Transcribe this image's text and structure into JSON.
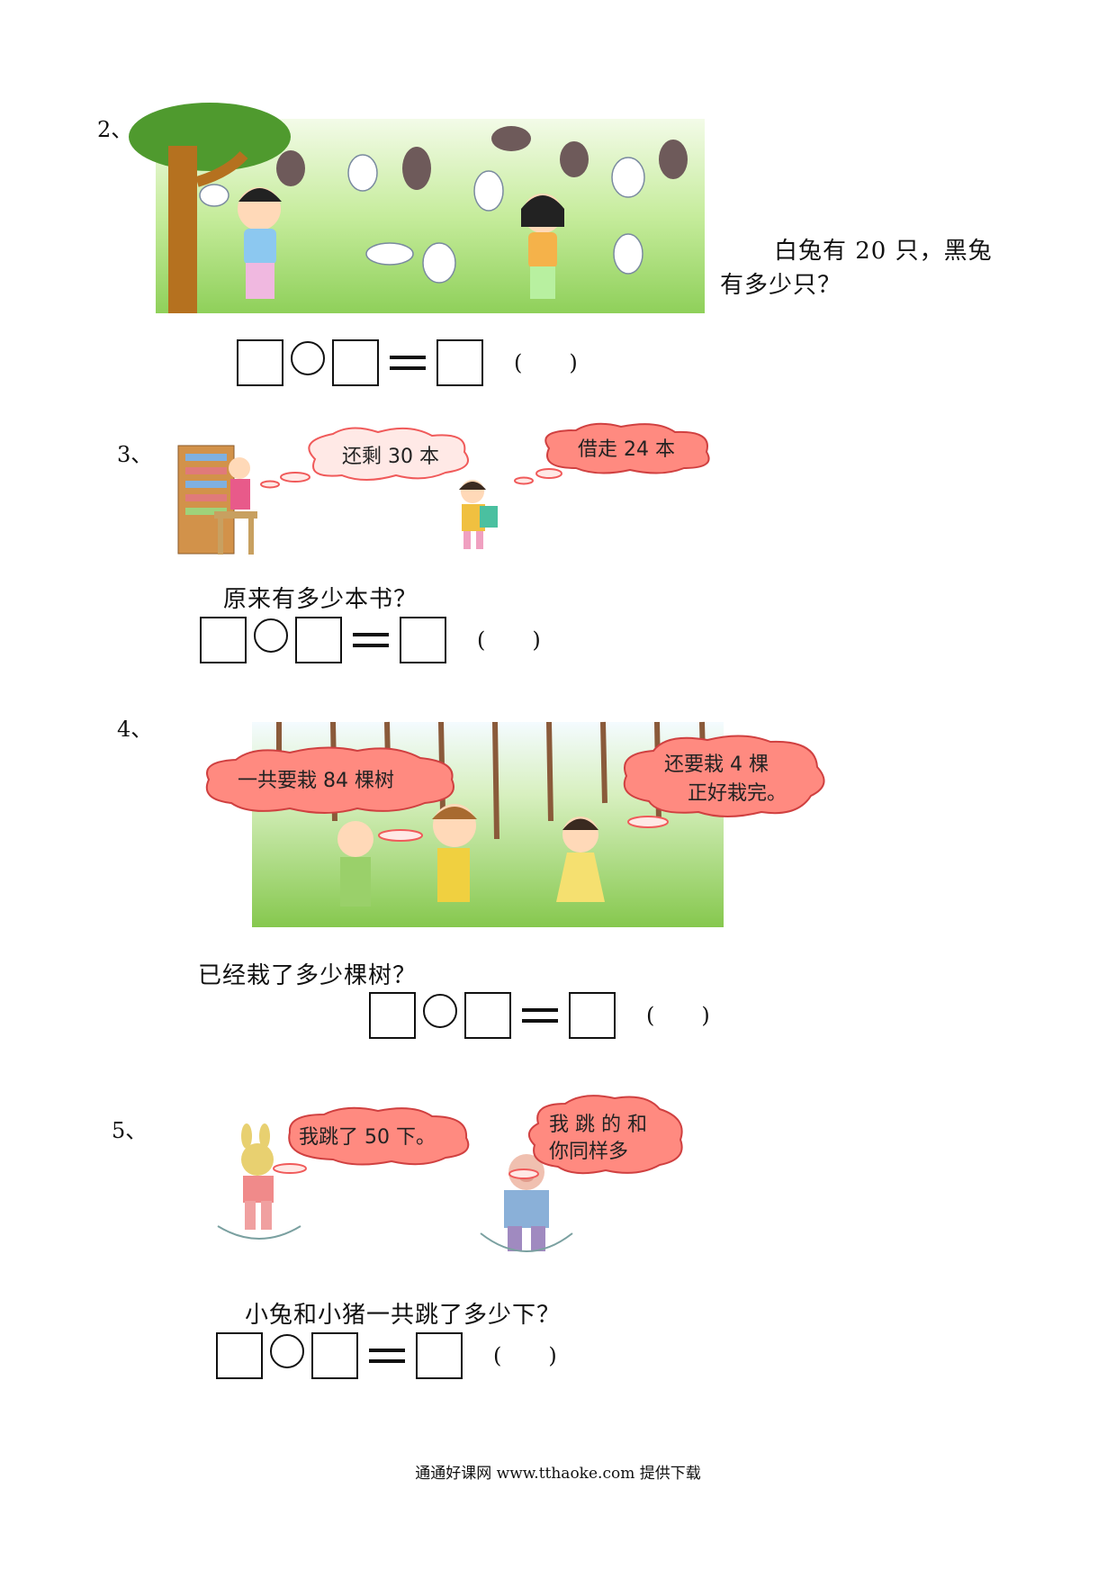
{
  "q2": {
    "number": "2、",
    "question_line1": "白兔有 20 只，黑兔",
    "question_line2": "有多少只？",
    "paren_open": "(",
    "paren_close": ")"
  },
  "q3": {
    "number": "3、",
    "bubble_left": "还剩  30  本",
    "bubble_right": "借走 24 本",
    "question": "原来有多少本书？",
    "paren_open": "(",
    "paren_close": ")"
  },
  "q4": {
    "number": "4、",
    "bubble_left": "一共要栽 84 棵树",
    "bubble_right_line1": "还要栽 4 棵",
    "bubble_right_line2": "正好栽完。",
    "question": "已经栽了多少棵树？",
    "paren_open": "(",
    "paren_close": ")"
  },
  "q5": {
    "number": "5、",
    "bubble_left": "我跳了 50 下。",
    "bubble_right_line1": "我 跳 的 和",
    "bubble_right_line2": "你同样多",
    "question": "小兔和小猪一共跳了多少下？",
    "paren_open": "(",
    "paren_close": ")"
  },
  "footer": {
    "text": "通通好课网   www.tthaoke.com   提供下载"
  },
  "colors": {
    "scene_green": "#9bd86a",
    "bubble_fill": "#ff8a80",
    "bubble_light": "#ffe6e2"
  }
}
